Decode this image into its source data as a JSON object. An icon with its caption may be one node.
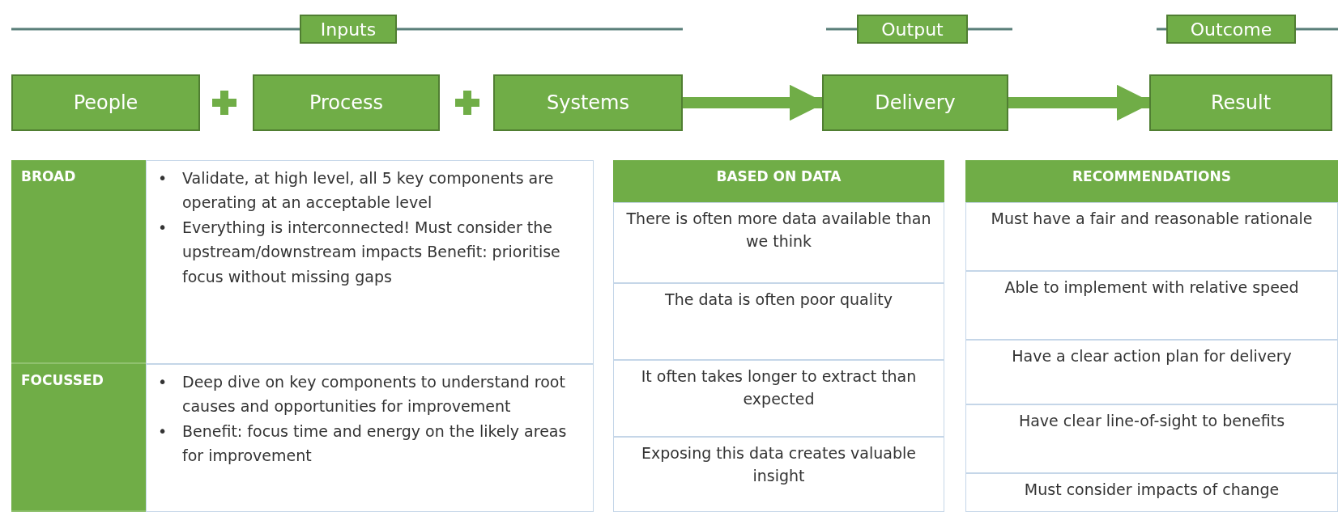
{
  "diagram": {
    "nodes": [
      {
        "text": [
          "Inputs"
        ]
      },
      {
        "text": [
          "Output"
        ]
      },
      {
        "text": [
          "Outcome"
        ]
      },
      {
        "text": [
          "People"
        ]
      },
      {
        "text": [
          "Process"
        ]
      },
      {
        "text": [
          "Systems"
        ]
      },
      {
        "text": [
          "Delivery"
        ]
      },
      {
        "text": [
          "Result"
        ]
      }
    ],
    "edges": [
      {
        "from": 5,
        "to": 6,
        "arrow": "to"
      },
      {
        "from": 6,
        "to": 7,
        "arrow": "to"
      }
    ],
    "labels": [
      "BROAD",
      "•",
      "Validate, at high level, all 5 key components are operating at an acceptable level",
      "•",
      "Everything is interconnected! Must consider the upstream/downstream impacts Benefit: prioritise focus without missing gaps",
      "FOCUSSED",
      "•",
      "Deep dive on key components to understand root causes and opportunities for improvement",
      "•",
      "Benefit: focus time and energy on the likely areas for improvement",
      "BASED ON DATA",
      "There is often more data available than we think",
      "The data is often poor quality",
      "It often takes longer to extract than expected",
      "Exposing this data creates valuable insight",
      "RECOMMENDATIONS",
      "Must have a fair and reasonable rationale",
      "Able to implement with relative speed",
      "Have a clear action plan for delivery",
      "Have clear line-of-sight to benefits",
      "Must consider impacts of change"
    ]
  }
}
